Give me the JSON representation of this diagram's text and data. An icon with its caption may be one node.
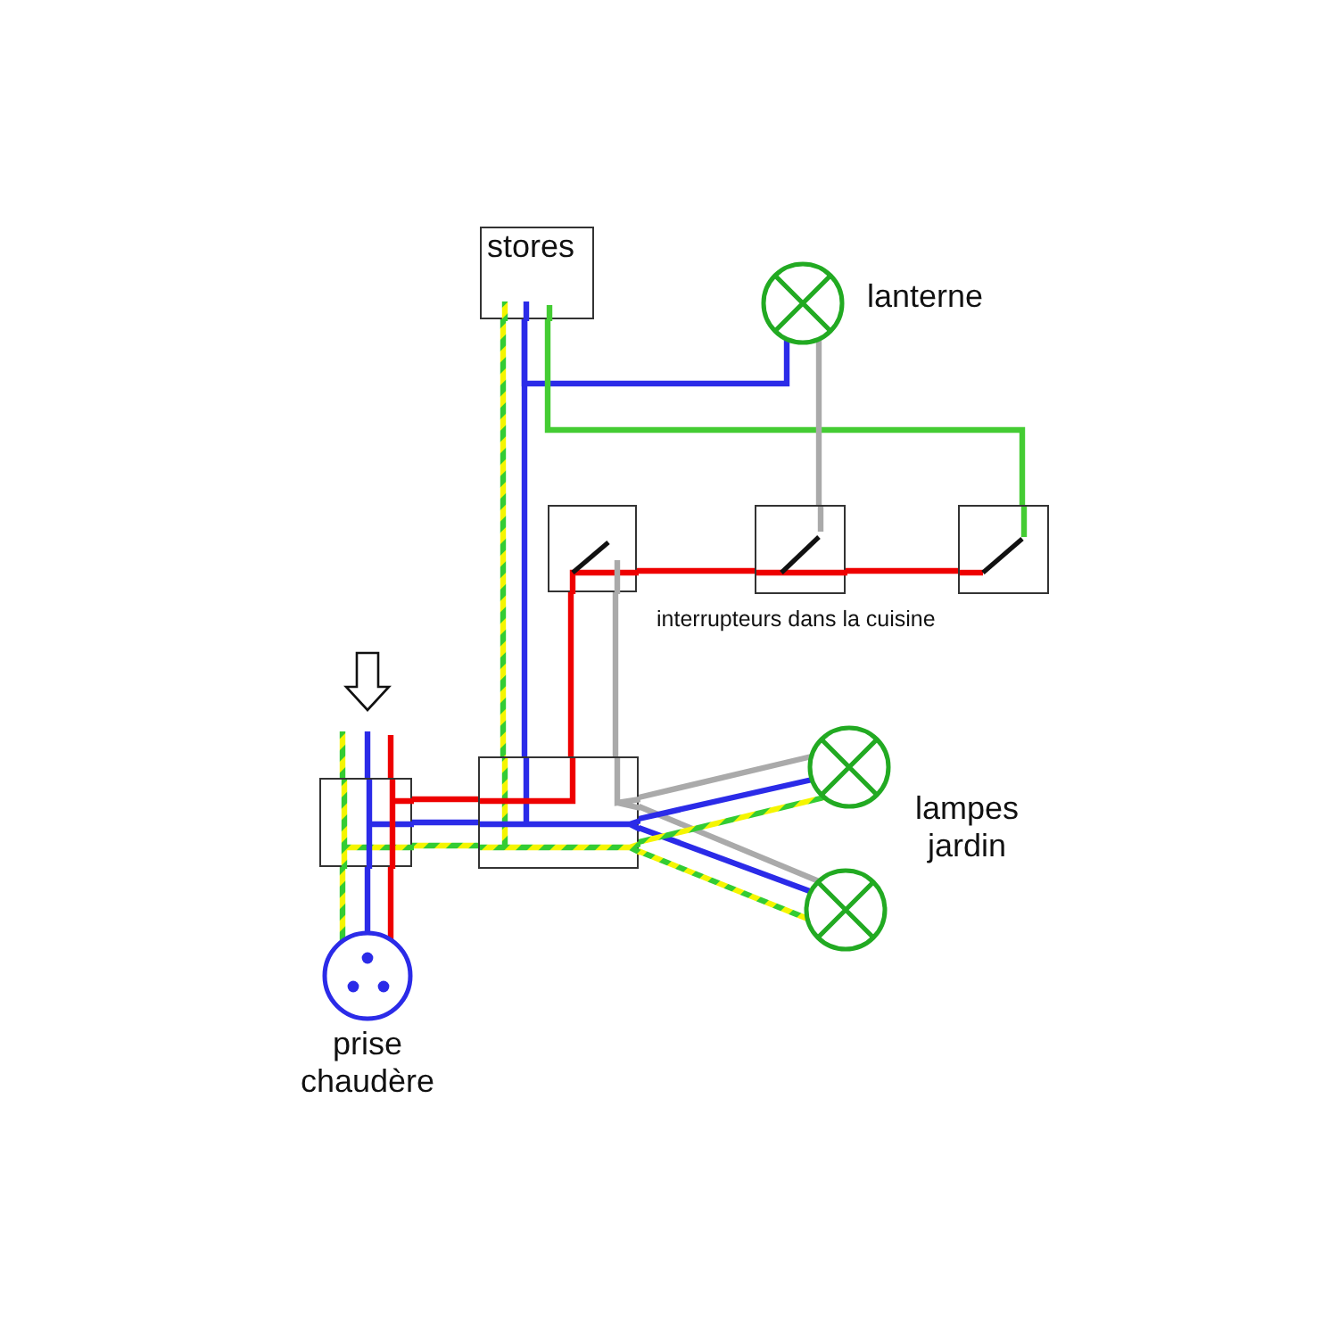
{
  "diagram": {
    "nodes": [
      {
        "text": [
          "stores"
        ]
      },
      {
        "text": [],
        "shape": "circle",
        "beside": [
          "lanterne"
        ]
      },
      {
        "text": [],
        "shape": "box"
      },
      {
        "text": [],
        "shape": "box"
      },
      {
        "text": [],
        "shape": "box"
      },
      {
        "text": [],
        "shape": "box"
      },
      {
        "text": [],
        "shape": "box"
      },
      {
        "text": [],
        "shape": "circle"
      },
      {
        "text": [],
        "shape": "circle"
      },
      {
        "text": [],
        "shape": "circle",
        "beside": [
          "prise chaudère"
        ]
      }
    ],
    "edges": [
      {
        "from": 0,
        "to": 1,
        "arrow": "none",
        "color": "#2b2be8"
      },
      {
        "from": 0,
        "to": 4,
        "arrow": "none",
        "color": "#44cc33"
      },
      {
        "from": 0,
        "to": 6,
        "arrow": "none",
        "style": "dashed",
        "color": "#f5f500"
      },
      {
        "from": 0,
        "to": 6,
        "arrow": "none",
        "color": "#2b2be8"
      },
      {
        "from": 1,
        "to": 3,
        "arrow": "none",
        "color": "#aaaaaa"
      },
      {
        "from": 6,
        "to": 2,
        "arrow": "none",
        "color": "#ee0000"
      },
      {
        "from": 2,
        "to": 3,
        "arrow": "none",
        "color": "#ee0000"
      },
      {
        "from": 3,
        "to": 4,
        "arrow": "none",
        "color": "#ee0000"
      },
      {
        "from": 2,
        "to": 6,
        "arrow": "none",
        "color": "#aaaaaa"
      },
      {
        "from": null,
        "to": 5,
        "arrow": "none",
        "style": "dashed",
        "color": "#f5f500"
      },
      {
        "from": null,
        "to": 5,
        "arrow": "none",
        "color": "#2b2be8"
      },
      {
        "from": null,
        "to": 5,
        "arrow": "none",
        "color": "#ee0000"
      },
      {
        "from": 5,
        "to": 9,
        "arrow": "none",
        "style": "dashed",
        "color": "#f5f500"
      },
      {
        "from": 5,
        "to": 9,
        "arrow": "none",
        "color": "#2b2be8"
      },
      {
        "from": 5,
        "to": 9,
        "arrow": "none",
        "color": "#ee0000"
      },
      {
        "from": 5,
        "to": 6,
        "arrow": "none",
        "color": "#ee0000"
      },
      {
        "from": 5,
        "to": 6,
        "arrow": "none",
        "color": "#2b2be8"
      },
      {
        "from": 5,
        "to": 6,
        "arrow": "none",
        "style": "dashed",
        "color": "#f5f500"
      },
      {
        "from": 6,
        "to": 7,
        "arrow": "none",
        "color": "#aaaaaa"
      },
      {
        "from": 6,
        "to": 8,
        "arrow": "none",
        "color": "#aaaaaa"
      },
      {
        "from": 6,
        "to": 7,
        "arrow": "none",
        "color": "#2b2be8"
      },
      {
        "from": 6,
        "to": 8,
        "arrow": "none",
        "color": "#2b2be8"
      },
      {
        "from": 6,
        "to": 7,
        "arrow": "none",
        "style": "dashed",
        "color": "#f5f500"
      },
      {
        "from": 6,
        "to": 8,
        "arrow": "none",
        "style": "dashed",
        "color": "#f5f500"
      }
    ],
    "labels": [
      "interrupteurs dans la cuisine",
      "lampes jardin"
    ]
  }
}
